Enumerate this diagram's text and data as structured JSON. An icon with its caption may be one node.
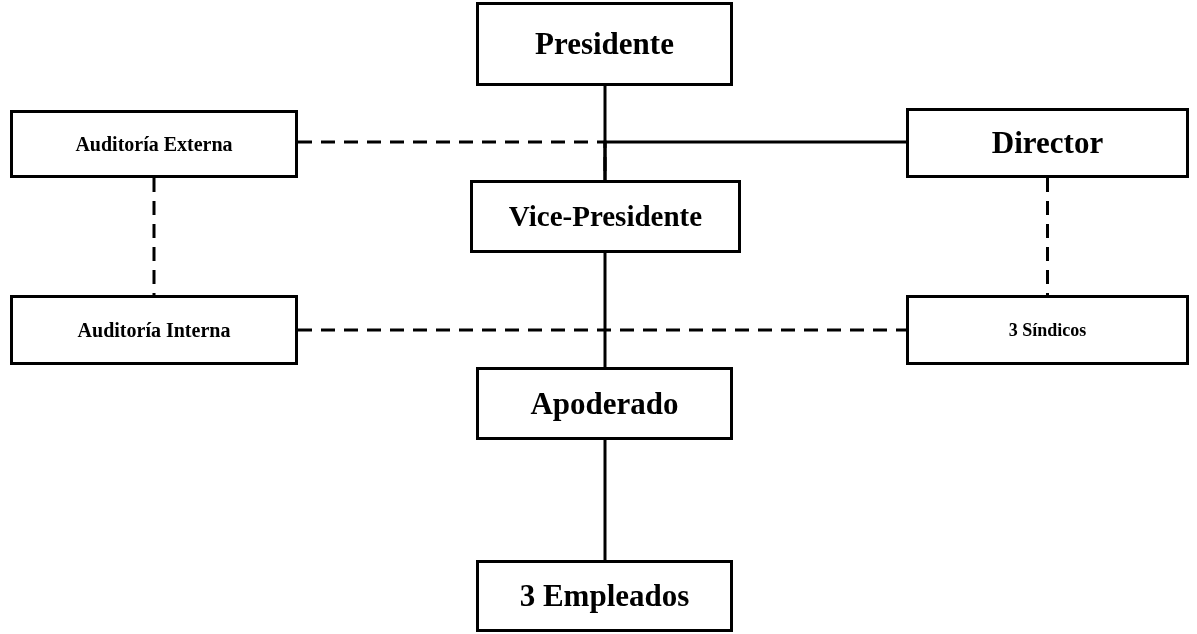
{
  "diagram": {
    "nodes": [
      {
        "text": [
          "Presidente"
        ]
      },
      {
        "text": [
          "Auditoría Externa"
        ]
      },
      {
        "text": [
          "Director"
        ]
      },
      {
        "text": [
          "Vice-Presidente"
        ]
      },
      {
        "text": [
          "Auditoría Interna"
        ]
      },
      {
        "text": [
          "3 Síndicos"
        ]
      },
      {
        "text": [
          "Apoderado"
        ]
      },
      {
        "text": [
          "3 Empleados"
        ]
      }
    ],
    "edges": [
      {
        "from": 0,
        "to": 3,
        "arrow": "none"
      },
      {
        "from": 2,
        "to": 3,
        "arrow": "none"
      },
      {
        "from": 1,
        "to": 3,
        "arrow": "none",
        "style": "dashed"
      },
      {
        "from": 1,
        "to": 4,
        "arrow": "none",
        "style": "dashed"
      },
      {
        "from": 2,
        "to": 5,
        "arrow": "none",
        "style": "dashed"
      },
      {
        "from": 4,
        "to": 5,
        "arrow": "none",
        "style": "dashed"
      },
      {
        "from": 3,
        "to": 6,
        "arrow": "none"
      },
      {
        "from": 6,
        "to": 7,
        "arrow": "none"
      }
    ]
  }
}
